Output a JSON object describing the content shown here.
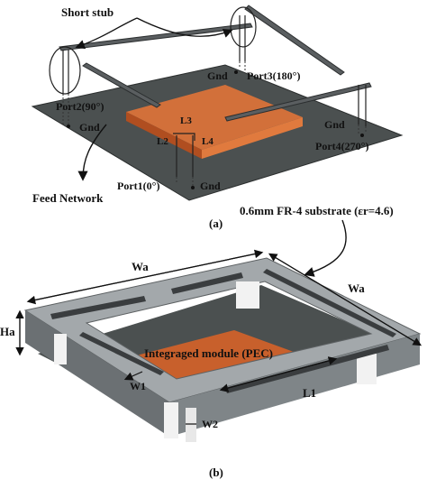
{
  "figure_a": {
    "caption": "(a)",
    "labels": {
      "short_stub": "Short stub",
      "gnd_top": "Gnd",
      "port3": "Port3(180°)",
      "port2": "Port2(90°)",
      "gnd_left": "Gnd",
      "l3": "L3",
      "l2": "L2",
      "l4": "L4",
      "gnd_right": "Gnd",
      "port4": "Port4(270°)",
      "port1": "Port1(0°)",
      "gnd_bottom": "Gnd",
      "feed_network": "Feed Network"
    }
  },
  "figure_b": {
    "caption": "(b)",
    "labels": {
      "substrate": "0.6mm FR-4 substrate (εr=4.6)",
      "wa_top": "Wa",
      "wa_right": "Wa",
      "ha": "Ha",
      "module": "Integraged module (PEC)",
      "w1": "W1",
      "l1": "L1",
      "w2": "W2"
    }
  },
  "colors": {
    "ground": "#4a4f4f",
    "patch": "#c8602c",
    "frame": "#9ea3a6",
    "strip": "#3c3f41"
  }
}
